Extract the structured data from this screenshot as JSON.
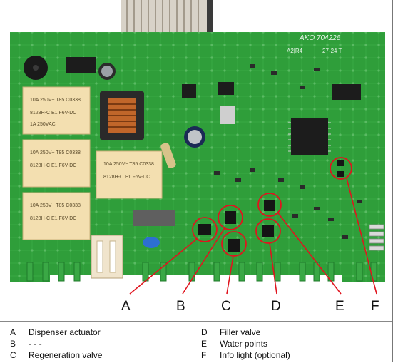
{
  "board": {
    "brand": "AKO 704226",
    "revision": "A2|R4",
    "date_code": "27-24 T",
    "relay_rating_1": "10A 250V~ T85 C0338",
    "relay_rating_2": "8128H-C E1 F6V-DC",
    "relay_rating_3": "1A 250VAC"
  },
  "callouts": [
    {
      "letter": "A"
    },
    {
      "letter": "B"
    },
    {
      "letter": "C"
    },
    {
      "letter": "D"
    },
    {
      "letter": "E"
    },
    {
      "letter": "F"
    }
  ],
  "legend": [
    {
      "key": "A",
      "text": "Dispenser actuator"
    },
    {
      "key": "B",
      "text": "- - -"
    },
    {
      "key": "C",
      "text": "Regeneration valve"
    },
    {
      "key": "D",
      "text": "Filler valve"
    },
    {
      "key": "E",
      "text": "Water points"
    },
    {
      "key": "F",
      "text": "Info light (optional)"
    }
  ],
  "colors": {
    "pcb": "#2f9e3a",
    "pcb_dark": "#1f7a2a",
    "relay": "#f3dfb0",
    "callout": "#e0141e",
    "chip": "#1c1c1c"
  }
}
